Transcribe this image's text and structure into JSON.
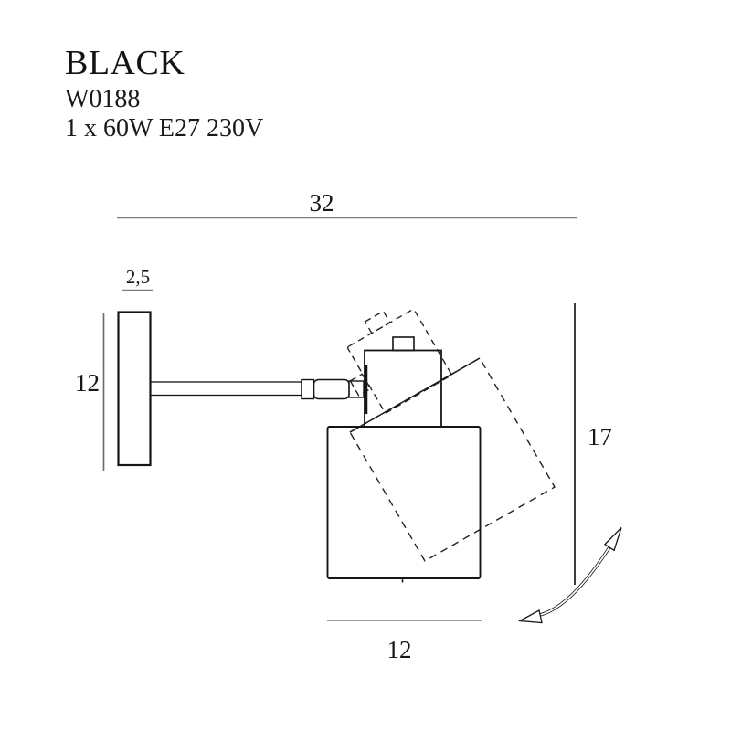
{
  "product": {
    "name": "BLACK",
    "code": "W0188",
    "spec": "1 x 60W E27 230V"
  },
  "dimensions": {
    "total_width": "32",
    "plate_thickness": "2,5",
    "plate_height": "12",
    "total_height": "17",
    "shade_width": "12"
  },
  "colors": {
    "line": "#1a1a1a",
    "dim_line_gray": "#7d7d7d",
    "background": "#ffffff"
  },
  "icons": {
    "rotation_arrow": "curved-double-arrow"
  }
}
